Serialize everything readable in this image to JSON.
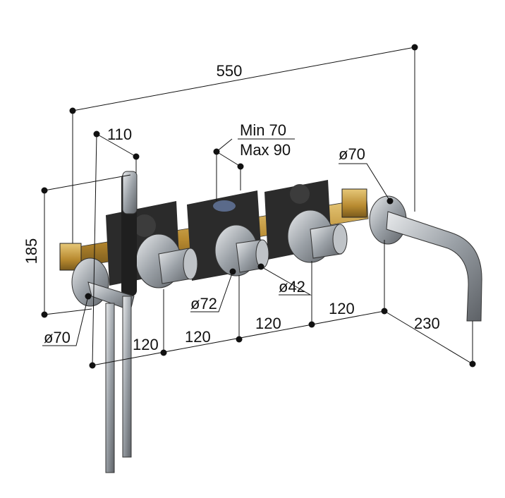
{
  "title": "Wall-mounted bath mixer with hand shower – dimension drawing",
  "dimensions": {
    "overall_width": "550",
    "handshower_offset": "110",
    "depth_min": "Min 70",
    "depth_max": "Max 90",
    "height": "185",
    "rosette_right": "ø70",
    "rosette_left": "ø70",
    "spacing_1": "120",
    "spacing_2": "120",
    "spacing_3": "120",
    "spacing_4": "120",
    "spout_projection": "230",
    "handle_rosette": "ø72",
    "handle": "ø42"
  },
  "colors": {
    "line": "#111111",
    "chrome": "#9aa0a6",
    "brass": "#c9a04a",
    "bracket": "#2b2b2b"
  }
}
